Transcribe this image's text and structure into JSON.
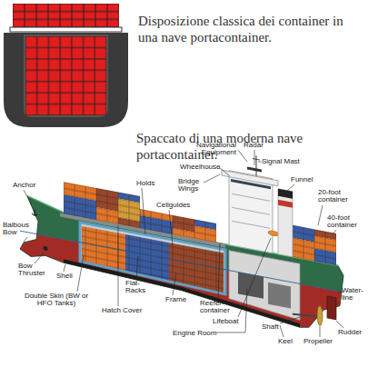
{
  "diagram": {
    "title": "Disposizione classica dei container in una nave portacontainer.",
    "labels": [
      "Spaccato di una moderna nave portacontainer.",
      "Navigational Equipment",
      "Radar",
      "Signal Mast",
      "Wheelhouse",
      "Anchor",
      "Holds",
      "Bridge Wings",
      "Funnel",
      "20-foot container",
      "Cellguides",
      "40-foot container",
      "Balbous Bow",
      "Bow Thruster",
      "Shell",
      "Flat-Racks",
      "Water-line",
      "Double Skin (BW or HFO Tanks)",
      "Frame",
      "Reefer-container",
      "Hatch Cover",
      "Lifeboat",
      "Engine Room",
      "Shaft",
      "Rudder",
      "Keel",
      "Propeller"
    ]
  }
}
